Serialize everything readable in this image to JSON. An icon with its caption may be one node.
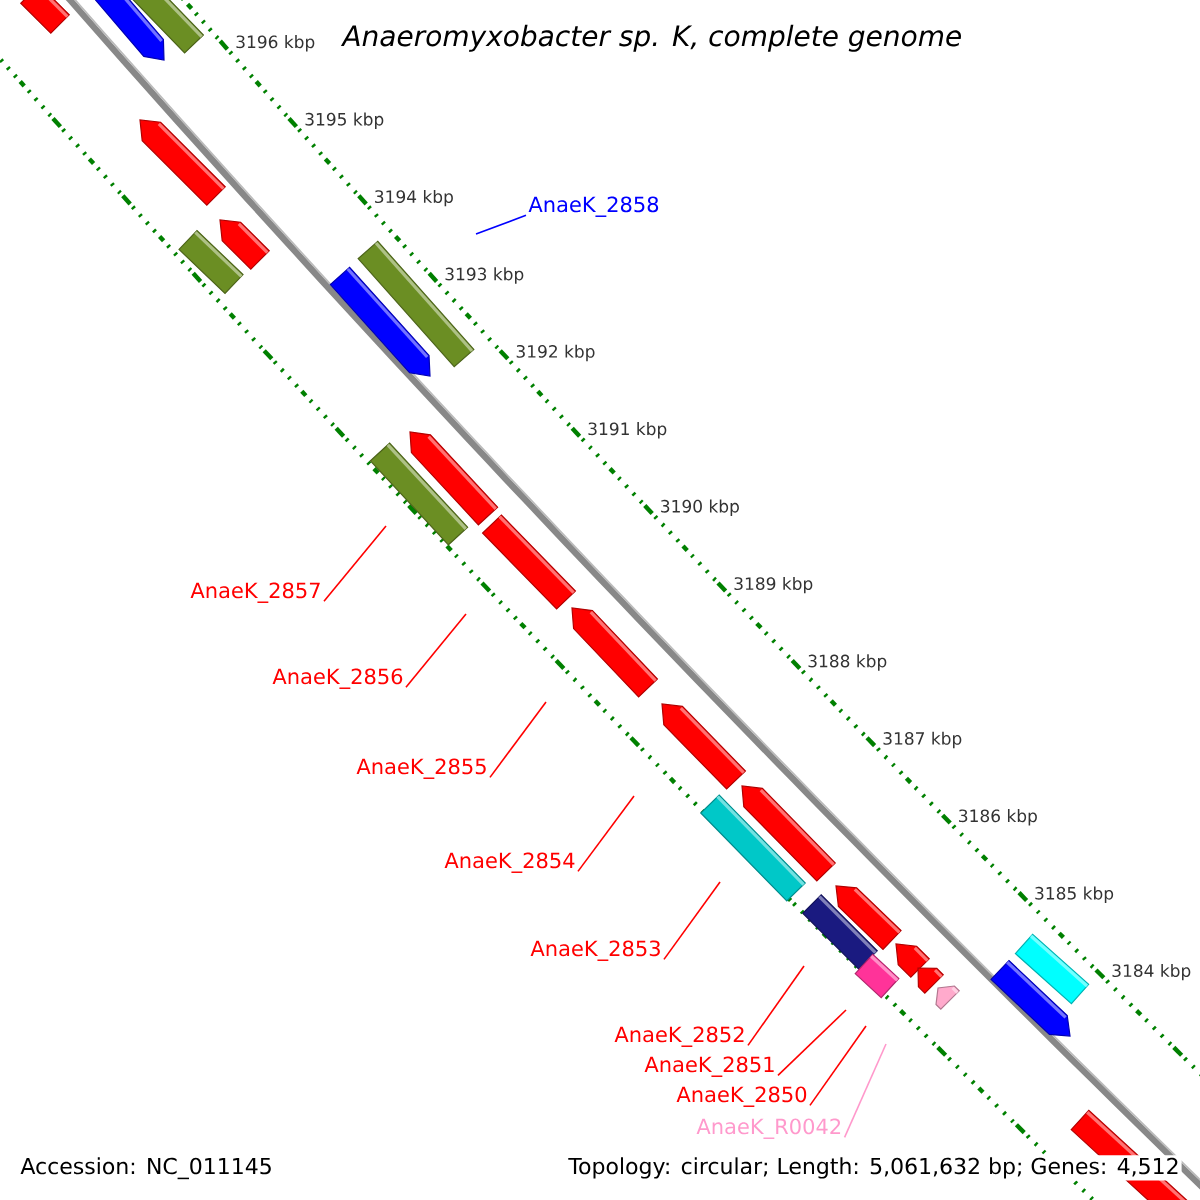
{
  "diagram": {
    "title": "Anaeromyxobacter sp. K, complete genome",
    "nodes": [
      {
        "text": [
          "AnaeK_2858"
        ]
      },
      {
        "text": [
          "AnaeK_2857"
        ]
      },
      {
        "text": [
          "AnaeK_2856"
        ]
      },
      {
        "text": [
          "AnaeK_2855"
        ]
      },
      {
        "text": [
          "AnaeK_2854"
        ]
      },
      {
        "text": [
          "AnaeK_2853"
        ]
      },
      {
        "text": [
          "AnaeK_2852"
        ]
      },
      {
        "text": [
          "AnaeK_2851"
        ]
      },
      {
        "text": [
          "AnaeK_2850"
        ]
      },
      {
        "text": [
          "AnaeK_R0042"
        ]
      }
    ],
    "edges": [
      {
        "from": 0,
        "to": null,
        "arrow": "none",
        "color": "#0000ff"
      },
      {
        "from": 1,
        "to": null,
        "arrow": "none"
      },
      {
        "from": 2,
        "to": null,
        "arrow": "none"
      },
      {
        "from": 3,
        "to": null,
        "arrow": "none"
      },
      {
        "from": 4,
        "to": null,
        "arrow": "none"
      },
      {
        "from": 5,
        "to": null,
        "arrow": "none"
      },
      {
        "from": 6,
        "to": null,
        "arrow": "none"
      },
      {
        "from": 7,
        "to": null,
        "arrow": "none"
      },
      {
        "from": 8,
        "to": null,
        "arrow": "none"
      },
      {
        "from": 9,
        "to": null,
        "arrow": "none",
        "color": "#ff99cc"
      }
    ],
    "labels": [
      "3196 kbp",
      "3195 kbp",
      "3194 kbp",
      "3193 kbp",
      "3192 kbp",
      "3191 kbp",
      "3190 kbp",
      "3189 kbp",
      "3188 kbp",
      "3187 kbp",
      "3186 kbp",
      "3185 kbp",
      "3184 kbp",
      "Accession: NC_011145",
      "Topology: circular; Length: 5,061,632 bp; Genes: 4,512"
    ]
  }
}
